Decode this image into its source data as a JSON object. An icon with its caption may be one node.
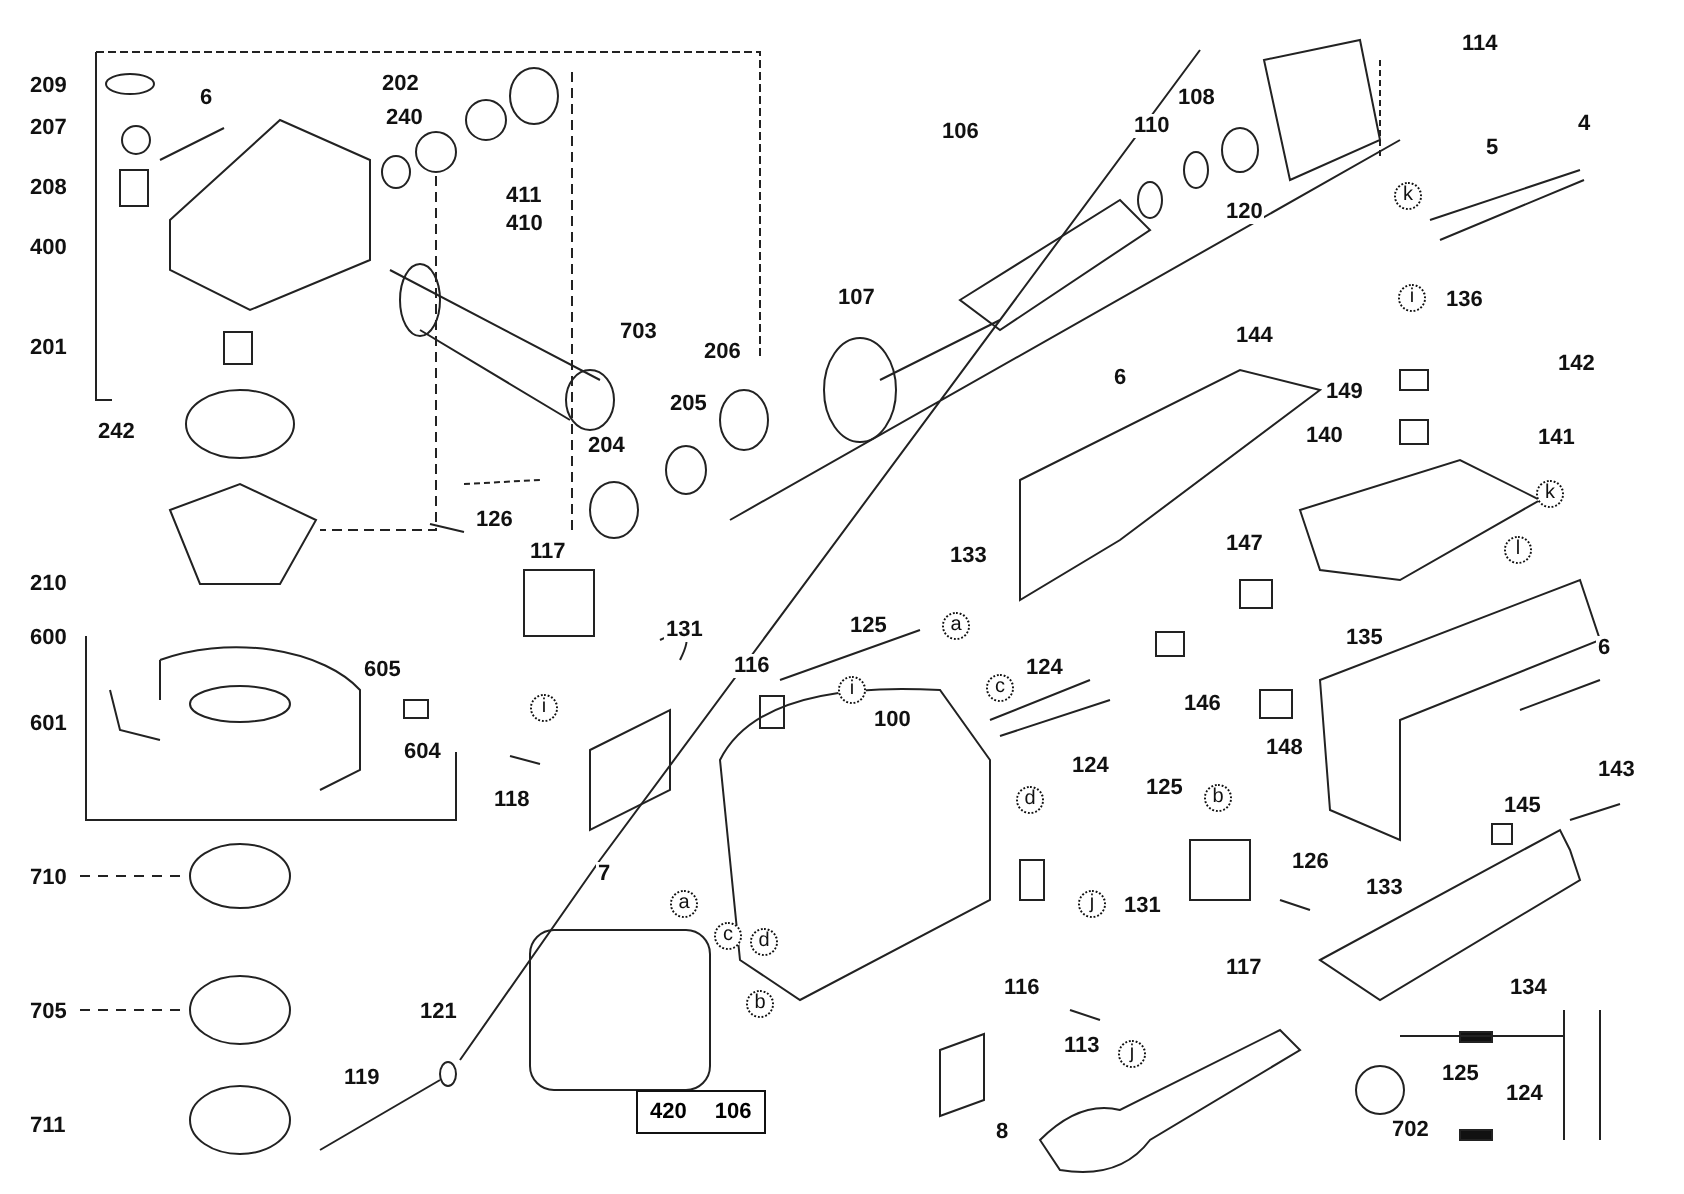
{
  "diagram": {
    "nodes": [
      {
        "text": [
          "420",
          "106"
        ]
      }
    ],
    "labels": [
      "209",
      "6",
      "202",
      "114",
      "207",
      "240",
      "108",
      "106",
      "110",
      "4",
      "5",
      "208",
      "411",
      "410",
      "120",
      "k",
      "400",
      "107",
      "703",
      "i",
      "136",
      "144",
      "201",
      "206",
      "142",
      "6",
      "149",
      "242",
      "205",
      "140",
      "141",
      "204",
      "k",
      "126",
      "117",
      "133",
      "147",
      "l",
      "210",
      "600",
      "131",
      "125",
      "a",
      "135",
      "116",
      "i",
      "605",
      "124",
      "c",
      "6",
      "146",
      "601",
      "604",
      "i",
      "148",
      "100",
      "118",
      "d",
      "124",
      "125",
      "b",
      "143",
      "7",
      "a",
      "126",
      "145",
      "133",
      "710",
      "j",
      "131",
      "c",
      "d",
      "117",
      "b",
      "121",
      "134",
      "705",
      "116",
      "113",
      "119",
      "j",
      "8",
      "702",
      "125",
      "124",
      "711"
    ]
  }
}
